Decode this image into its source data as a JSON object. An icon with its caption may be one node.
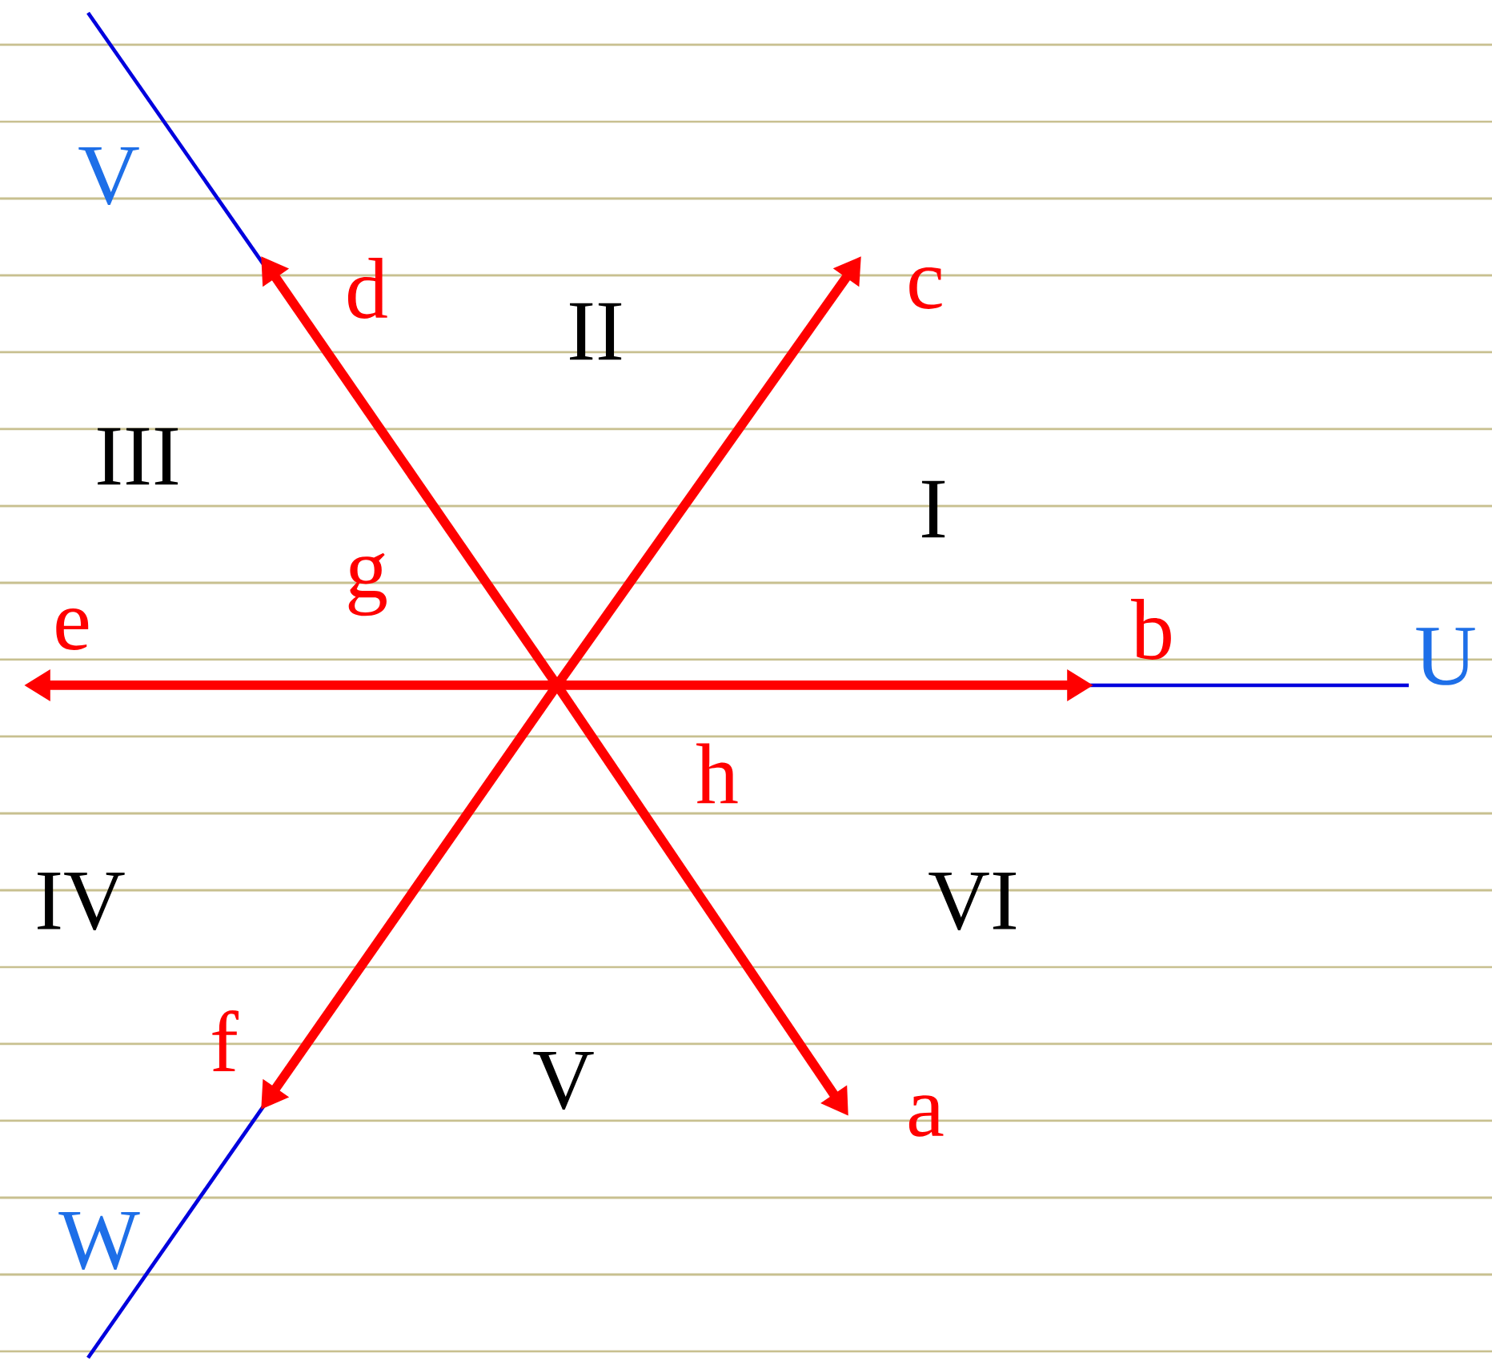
{
  "diagram": {
    "labels": [
      "V",
      "d",
      "c",
      "II",
      "III",
      "I",
      "g",
      "e",
      "b",
      "U",
      "h",
      "IV",
      "VI",
      "f",
      "V",
      "a",
      "W"
    ]
  }
}
